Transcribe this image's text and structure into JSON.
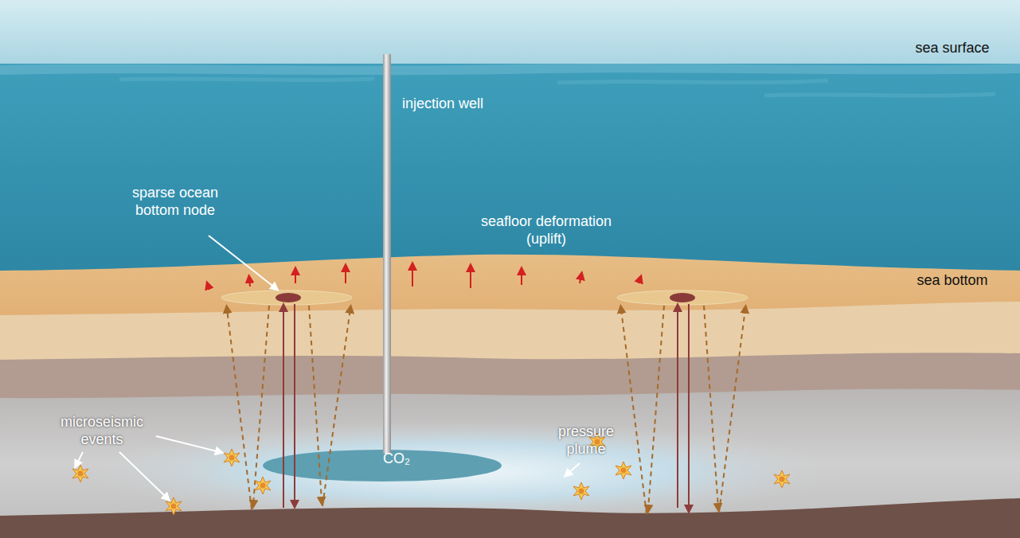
{
  "diagram": {
    "labels": [
      "sea surface",
      "injection well",
      "sparse ocean bottom node",
      "seafloor deformation (uplift)",
      "sea bottom",
      "microseismic events",
      "pressure plume",
      "CO₂"
    ]
  }
}
